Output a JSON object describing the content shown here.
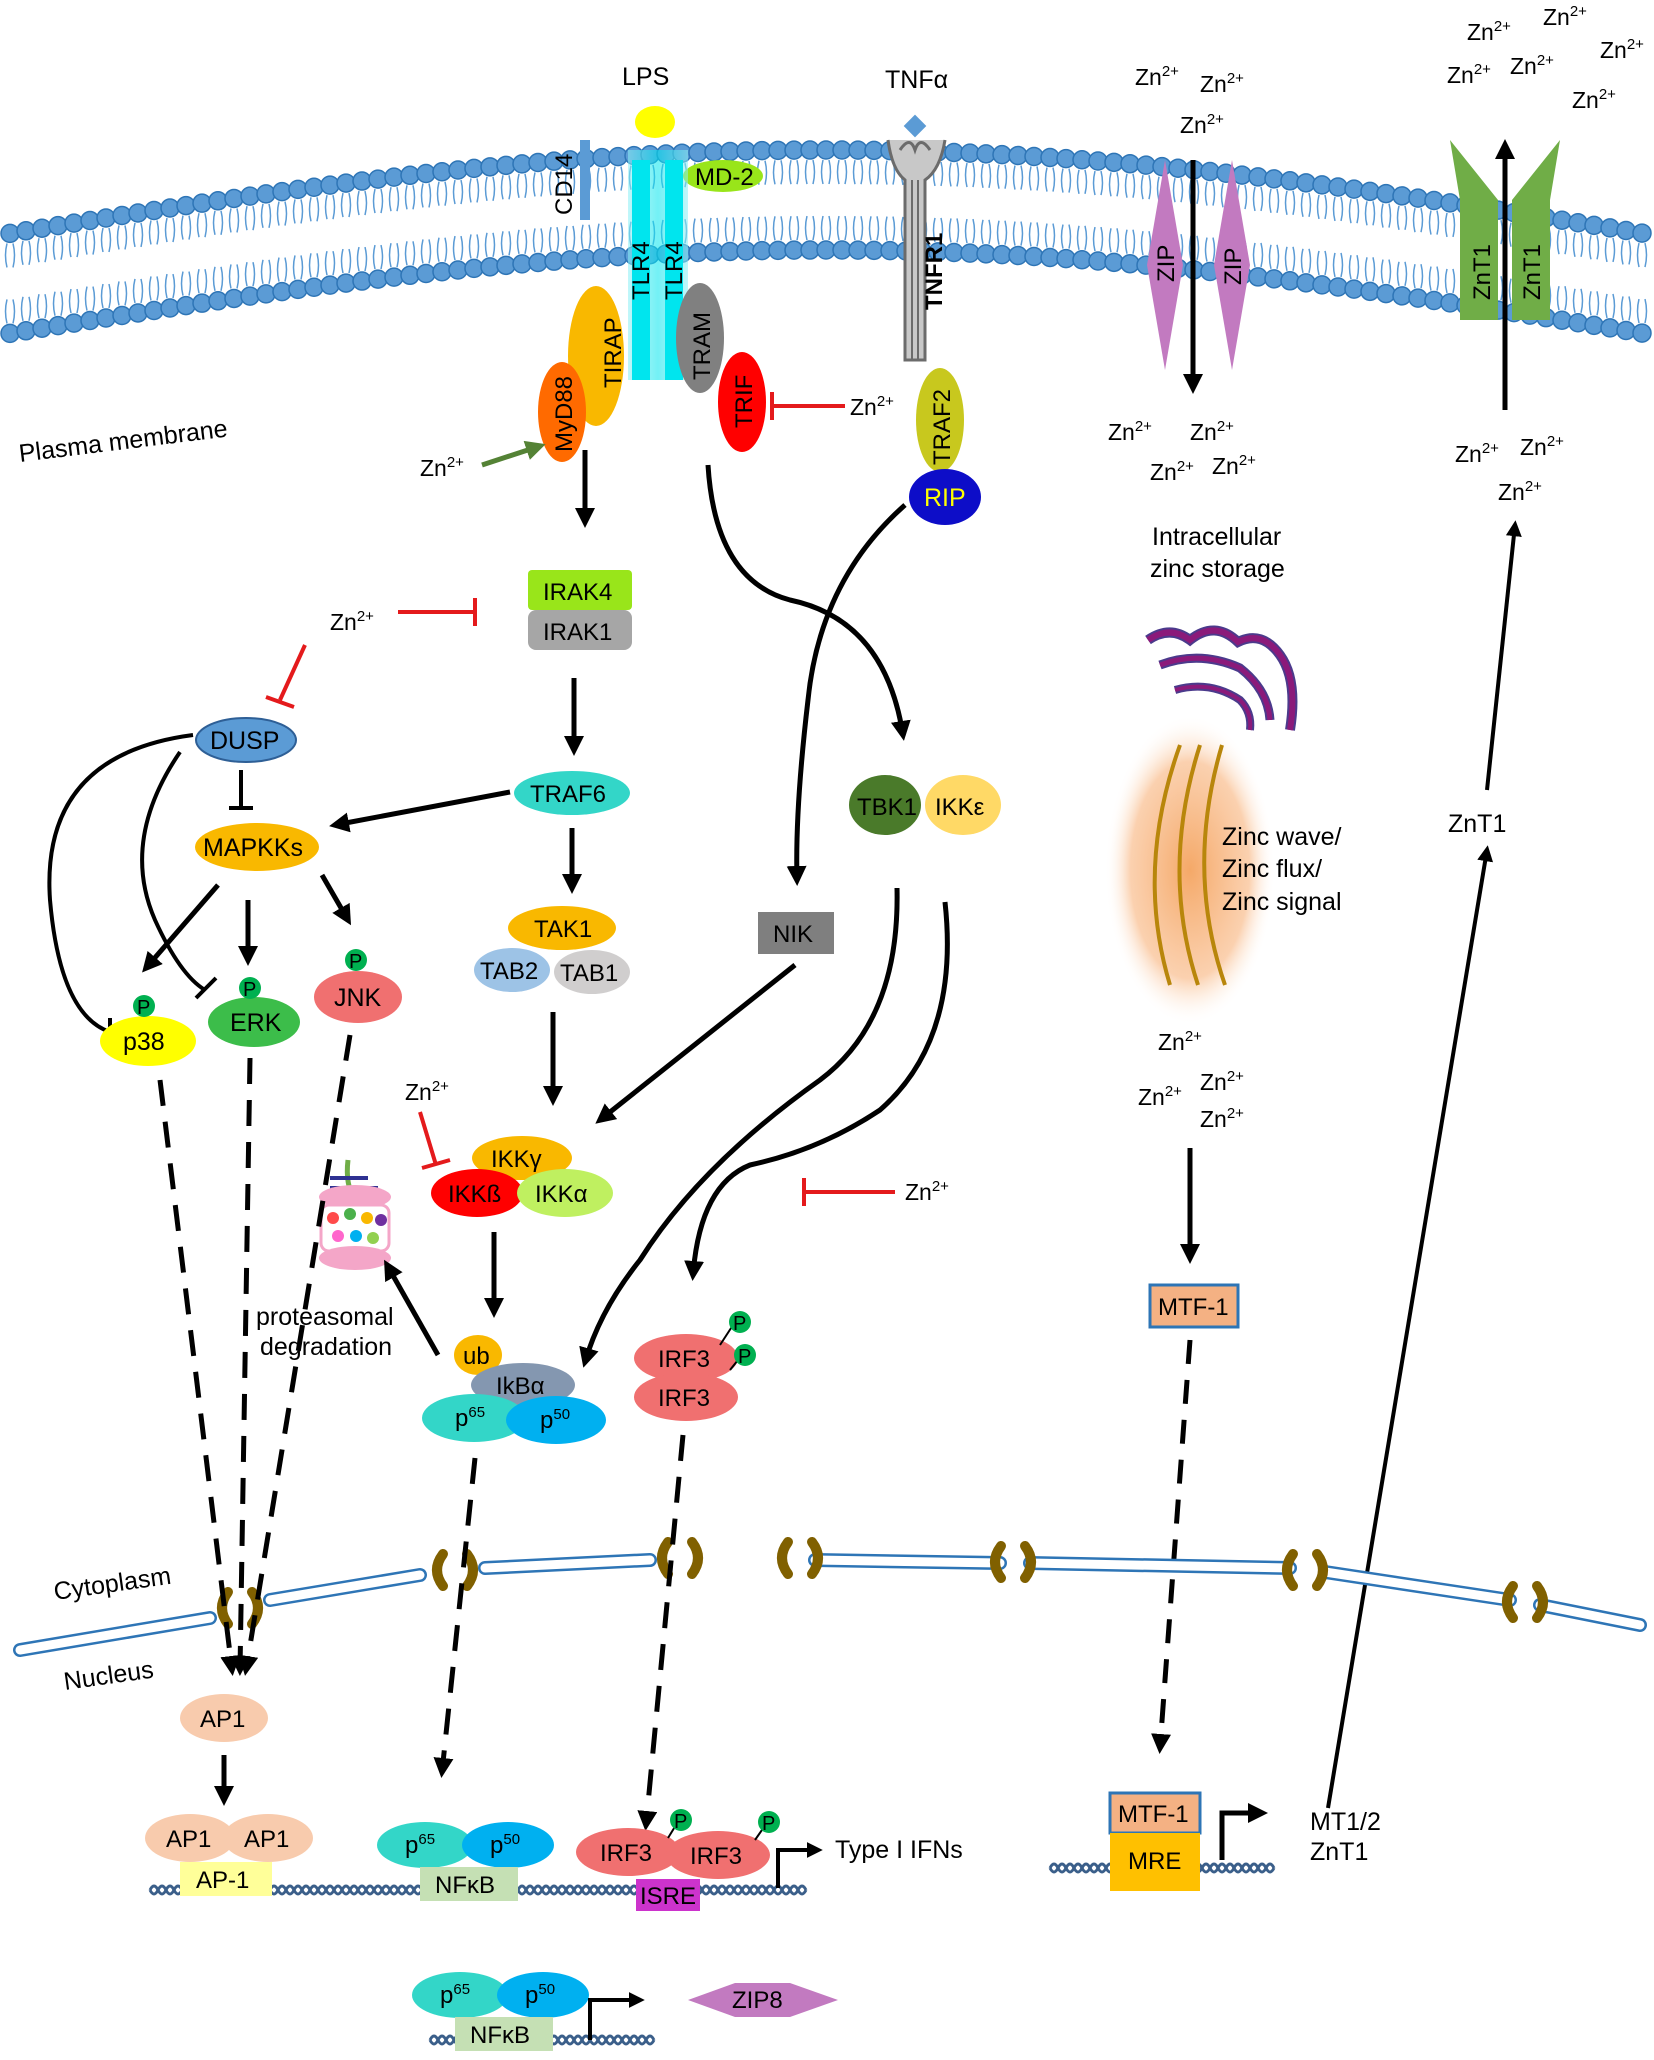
{
  "labels": {
    "lps": "LPS",
    "tnfa": "TNFα",
    "cd14": "CD14",
    "md2": "MD-2",
    "tlr4": "TLR4",
    "tirap": "TIRAP",
    "myd88": "MyD88",
    "tram": "TRAM",
    "trif": "TRIF",
    "tnfr1": "TNFR1",
    "traf2": "TRAF2",
    "rip": "RIP",
    "zip": "ZIP",
    "znt1": "ZnT1",
    "plasma_membrane": "Plasma membrane",
    "irak4": "IRAK4",
    "irak1": "IRAK1",
    "traf6": "TRAF6",
    "dusp": "DUSP",
    "mapkks": "MAPKKs",
    "p38": "p38",
    "erk": "ERK",
    "jnk": "JNK",
    "p": "P",
    "tak1": "TAK1",
    "tab2": "TAB2",
    "tab1": "TAB1",
    "nik": "NIK",
    "tbk1": "TBK1",
    "ikke": "IKKε",
    "ikkg": "IKKγ",
    "ikkb": "IKKß",
    "ikka": "IKKα",
    "proteasomal_1": "proteasomal",
    "proteasomal_2": "degradation",
    "ub": "ub",
    "ikba": "IkBα",
    "p65": "p",
    "p65_sup": "65",
    "p50": "p",
    "p50_sup": "50",
    "irf3": "IRF3",
    "intracellular_1": "Intracellular",
    "intracellular_2": "zinc storage",
    "zinc_wave_1": "Zinc wave/",
    "zinc_wave_2": "Zinc flux/",
    "zinc_wave_3": "Zinc signal",
    "mtf1": "MTF-1",
    "mre": "MRE",
    "mt12": "MT1/2",
    "znt1_gene": "ZnT1",
    "znt1_mid": "ZnT1",
    "cytoplasm": "Cytoplasm",
    "nucleus": "Nucleus",
    "ap1": "AP1",
    "ap1_site": "AP-1",
    "nfkb": "NFκB",
    "isre": "ISRE",
    "type1_ifns": "Type I IFNs",
    "zip8": "ZIP8",
    "zn": "Zn",
    "zn_sup": "2+"
  },
  "colors": {
    "membrane": "#5b9bd5",
    "membrane_dark": "#2e75b6",
    "inhibit": "#e41a1c",
    "activate_green": "#548235",
    "zip": "#c27ac0",
    "znt1": "#70ad47"
  },
  "icons": {
    "lps": "yellow-ellipse-ligand",
    "tnfa": "blue-diamond-ligand",
    "proteasome": "proteasome-icon",
    "nuclear_pore": "nuclear-pore-icon",
    "dna": "dna-strand-icon"
  }
}
